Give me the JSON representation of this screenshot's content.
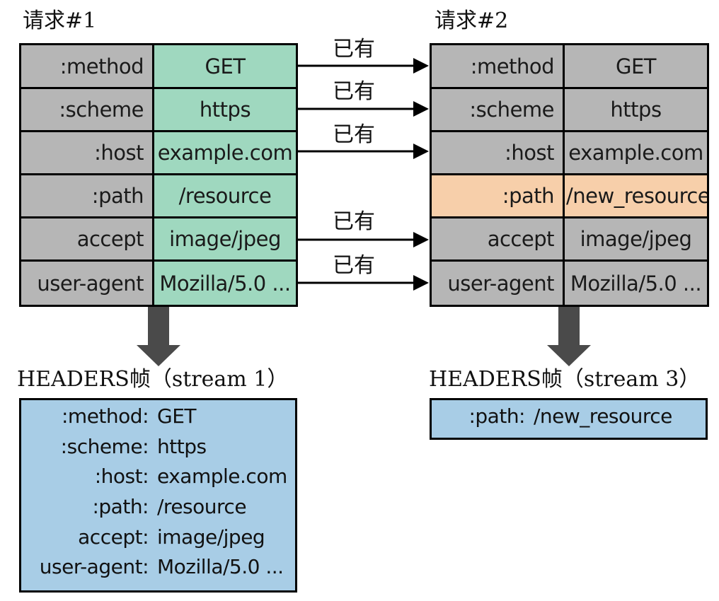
{
  "left": {
    "title": "请求#1",
    "rows": [
      {
        "key": ":method",
        "value": "GET"
      },
      {
        "key": ":scheme",
        "value": "https"
      },
      {
        "key": ":host",
        "value": "example.com"
      },
      {
        "key": ":path",
        "value": "/resource"
      },
      {
        "key": "accept",
        "value": "image/jpeg"
      },
      {
        "key": "user-agent",
        "value": "Mozilla/5.0 ..."
      }
    ],
    "frame_title": "HEADERS帧（stream 1）",
    "frame_rows": [
      {
        "key": ":method:",
        "value": "GET"
      },
      {
        "key": ":scheme:",
        "value": "https"
      },
      {
        "key": ":host:",
        "value": "example.com"
      },
      {
        "key": ":path:",
        "value": "/resource"
      },
      {
        "key": "accept:",
        "value": "image/jpeg"
      },
      {
        "key": "user-agent:",
        "value": "Mozilla/5.0 ..."
      }
    ]
  },
  "right": {
    "title": "请求#2",
    "rows": [
      {
        "key": ":method",
        "value": "GET"
      },
      {
        "key": ":scheme",
        "value": "https"
      },
      {
        "key": ":host",
        "value": "example.com"
      },
      {
        "key": ":path",
        "value": "/new_resource"
      },
      {
        "key": "accept",
        "value": "image/jpeg"
      },
      {
        "key": "user-agent",
        "value": "Mozilla/5.0 ..."
      }
    ],
    "frame_title": "HEADERS帧（stream 3）",
    "frame_rows": [
      {
        "key": ":path:",
        "value": "/new_resource"
      }
    ]
  },
  "existing_label": "已有",
  "colors": {
    "key_fill": "#b6b6b6",
    "value_fill_request1": "#9fd8bf",
    "changed_fill": "#f7cfaa",
    "frame_fill": "#a8cde6",
    "arrow": "#4a4a4a"
  }
}
